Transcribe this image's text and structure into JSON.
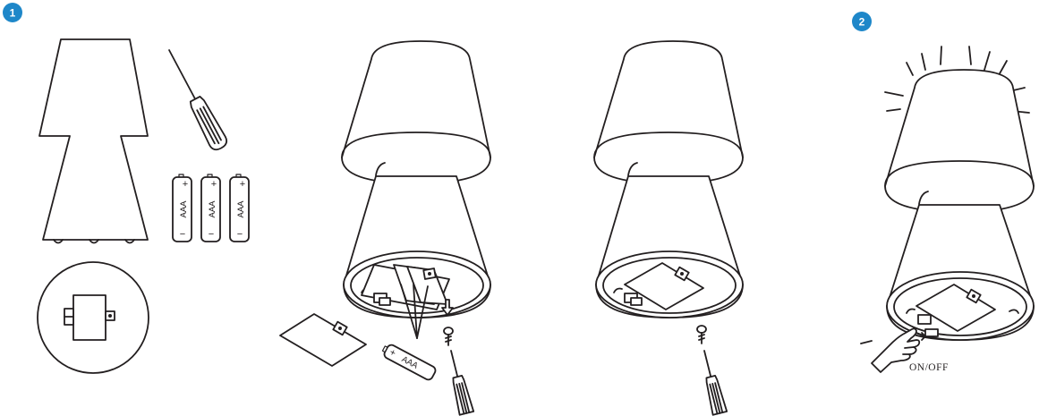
{
  "steps": [
    {
      "number": "1"
    },
    {
      "number": "2"
    }
  ],
  "battery": {
    "type": "AAA",
    "plus": "+",
    "minus": "−"
  },
  "switch_label": "ON/OFF",
  "colors": {
    "badge": "#1e87c9",
    "line": "#231f20",
    "background": "#ffffff"
  },
  "icons": [
    "lamp-icon",
    "screwdriver-icon",
    "battery-icon",
    "switch-detail-icon",
    "screw-icon",
    "hand-icon",
    "light-rays-icon",
    "arrow-icon"
  ]
}
